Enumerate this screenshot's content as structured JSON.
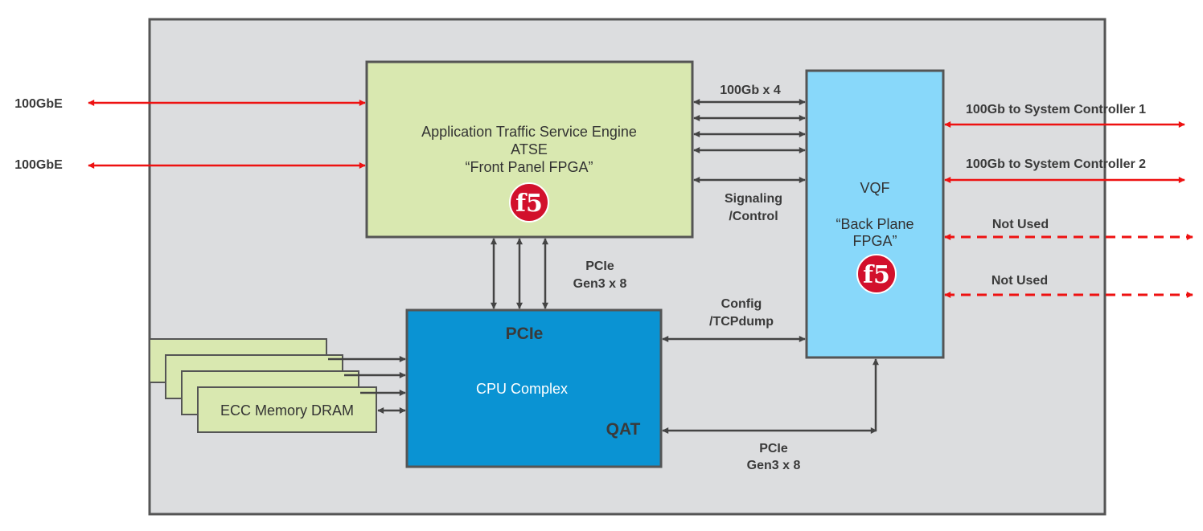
{
  "colors": {
    "chassis_fill": "#dcdddf",
    "chassis_stroke": "#555555",
    "fpga_fill": "#d9e8b0",
    "cpu_fill": "#0a93d3",
    "vqf_fill": "#88d8fa",
    "memory_fill": "#d9e8b0",
    "ethernet_arrow": "#ee1111",
    "internal_arrow": "#444444",
    "f5_logo": "#d2102c"
  },
  "icons": {
    "front_fpga_logo": "f5-logo",
    "vqf_logo": "f5-logo"
  },
  "front_panel_fpga": {
    "line1": "Application Traffic Service Engine",
    "line2": "ATSE",
    "line3": "“Front Panel FPGA”",
    "logo_text": "f5"
  },
  "vqf": {
    "line1": "VQF",
    "line2": "“Back Plane",
    "line3": "FPGA”",
    "logo_text": "f5"
  },
  "cpu": {
    "pcie_label": "PCIe",
    "name": "CPU Complex",
    "qat_label": "QAT"
  },
  "memory": {
    "label": "ECC Memory DRAM"
  },
  "ports": {
    "left_port_1": "100GbE",
    "left_port_2": "100GbE",
    "right_1": "100Gb to System Controller 1",
    "right_2": "100Gb to System Controller 2",
    "right_3": "Not Used",
    "right_4": "Not Used"
  },
  "links": {
    "fpga_vqf_bandwidth": "100Gb x 4",
    "signaling_1": "Signaling",
    "signaling_2": "/Control",
    "fpga_cpu_pcie_1": "PCIe",
    "fpga_cpu_pcie_2": "Gen3 x 8",
    "config_1": "Config",
    "config_2": "/TCPdump",
    "cpu_vqf_pcie_1": "PCIe",
    "cpu_vqf_pcie_2": "Gen3 x 8"
  }
}
